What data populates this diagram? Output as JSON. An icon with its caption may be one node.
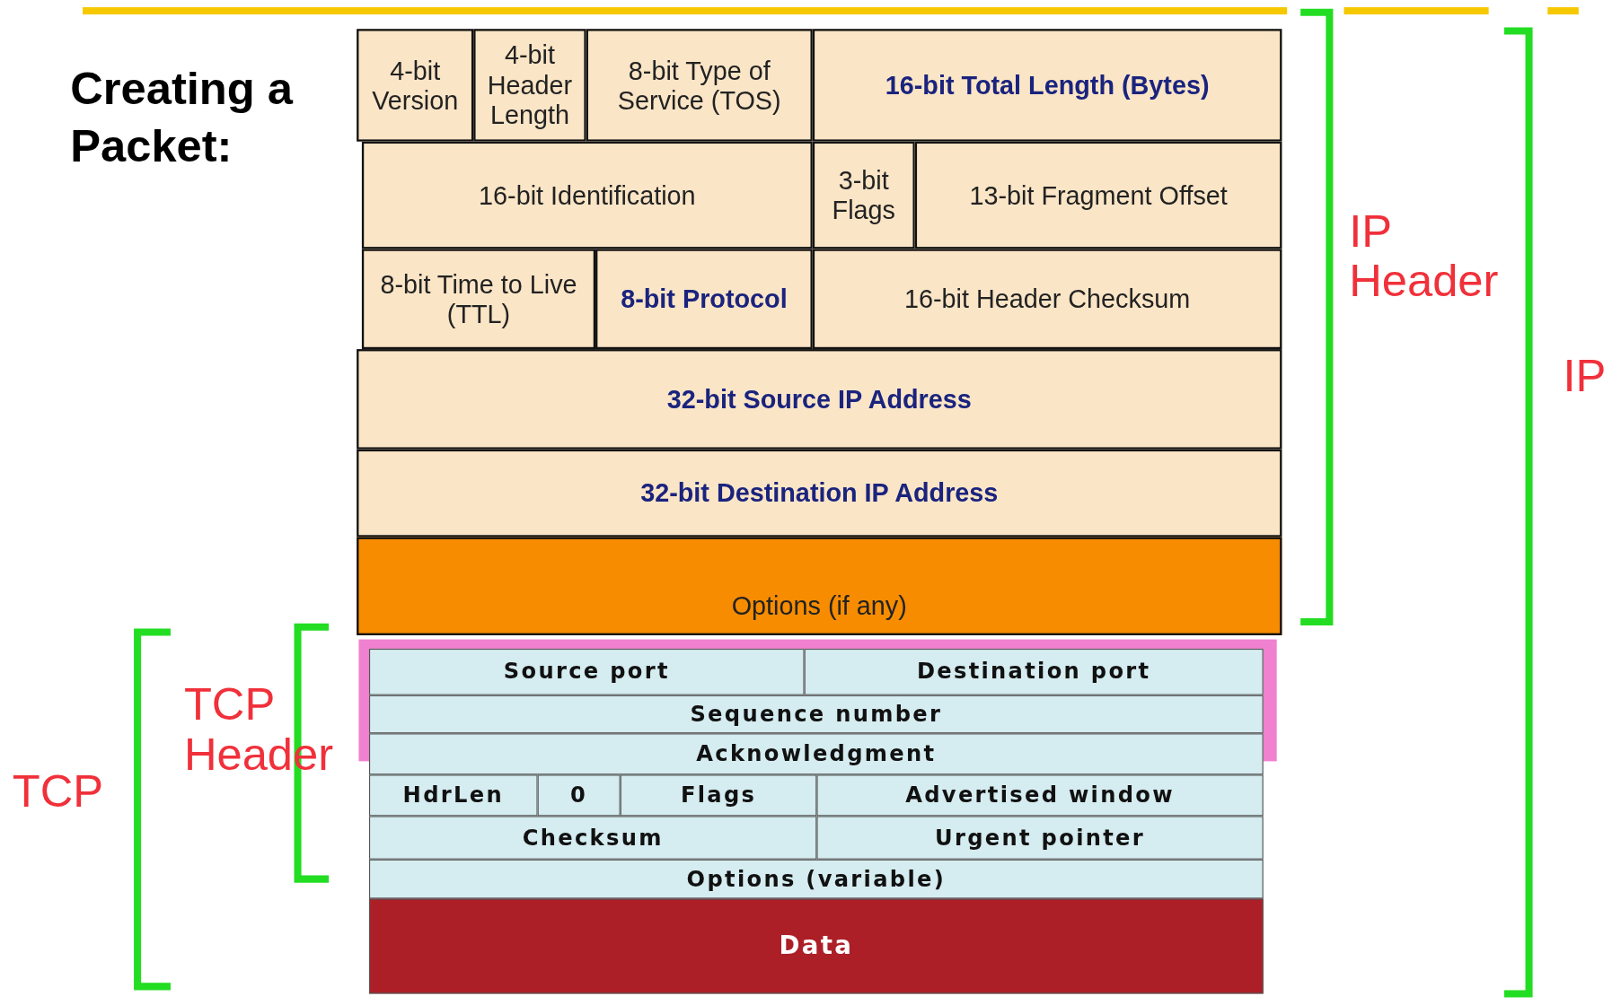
{
  "diagram": {
    "title": "Creating a Packet:",
    "nodes": [
      {
        "text": [
          "4-bit Version"
        ]
      },
      {
        "text": [
          "4-bit Header Length"
        ]
      },
      {
        "text": [
          "8-bit Type of Service (TOS)"
        ]
      },
      {
        "text": [
          "16-bit Total Length (Bytes)"
        ]
      },
      {
        "text": [
          "16-bit Identification"
        ]
      },
      {
        "text": [
          "3-bit Flags"
        ]
      },
      {
        "text": [
          "13-bit Fragment Offset"
        ]
      },
      {
        "text": [
          "8-bit Time to Live (TTL)"
        ]
      },
      {
        "text": [
          "8-bit Protocol"
        ]
      },
      {
        "text": [
          "16-bit Header Checksum"
        ]
      },
      {
        "text": [
          "32-bit Source IP Address"
        ]
      },
      {
        "text": [
          "32-bit Destination IP Address"
        ]
      },
      {
        "text": [
          "Options (if any)"
        ]
      },
      {
        "text": [
          "Source port"
        ]
      },
      {
        "text": [
          "Destination port"
        ]
      },
      {
        "text": [
          "Sequence number"
        ]
      },
      {
        "text": [
          "Acknowledgment"
        ]
      },
      {
        "text": [
          "HdrLen"
        ]
      },
      {
        "text": [
          "0"
        ]
      },
      {
        "text": [
          "Flags"
        ]
      },
      {
        "text": [
          "Advertised window"
        ]
      },
      {
        "text": [
          "Checksum"
        ]
      },
      {
        "text": [
          "Urgent pointer"
        ]
      },
      {
        "text": [
          "Options (variable)"
        ]
      },
      {
        "text": [
          "Data"
        ]
      }
    ],
    "edges": [],
    "labels": [
      "IP Header",
      "IP",
      "TCP Header",
      "TCP"
    ]
  }
}
